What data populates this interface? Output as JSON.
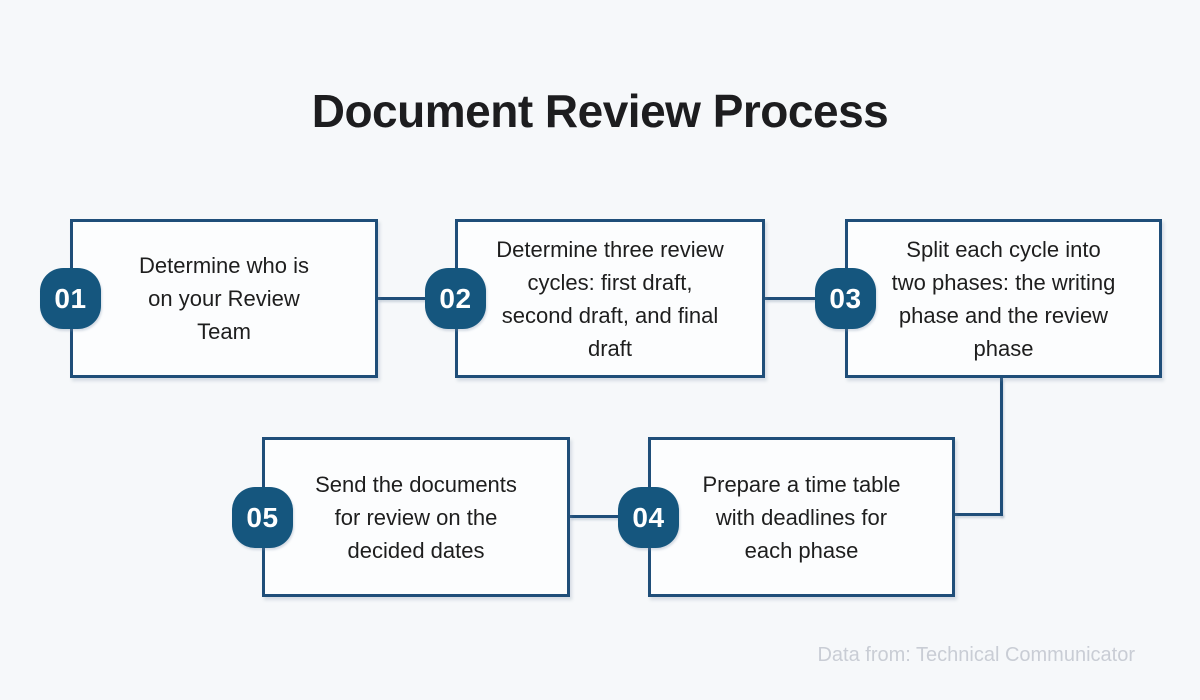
{
  "title": "Document Review Process",
  "footer": "Data from: Technical Communicator",
  "colors": {
    "background": "#f6f8fa",
    "box_fill": "#fcfdfe",
    "line": "#1f4e79",
    "badge": "#15567e",
    "title_text": "#1d1d1f",
    "body_text": "#1e1e1e",
    "footer_text": "#c9cdd5"
  },
  "steps": [
    {
      "number": "01",
      "lines": [
        "Determine who is",
        "on your Review",
        "Team"
      ]
    },
    {
      "number": "02",
      "lines": [
        "Determine three review",
        "cycles: first draft,",
        "second draft, and final",
        "draft"
      ]
    },
    {
      "number": "03",
      "lines": [
        "Split each cycle into",
        "two phases: the writing",
        "phase and the review",
        "phase"
      ]
    },
    {
      "number": "04",
      "lines": [
        "Prepare a time table",
        "with deadlines for",
        "each phase"
      ]
    },
    {
      "number": "05",
      "lines": [
        "Send the documents",
        "for review on the",
        "decided dates"
      ]
    }
  ]
}
